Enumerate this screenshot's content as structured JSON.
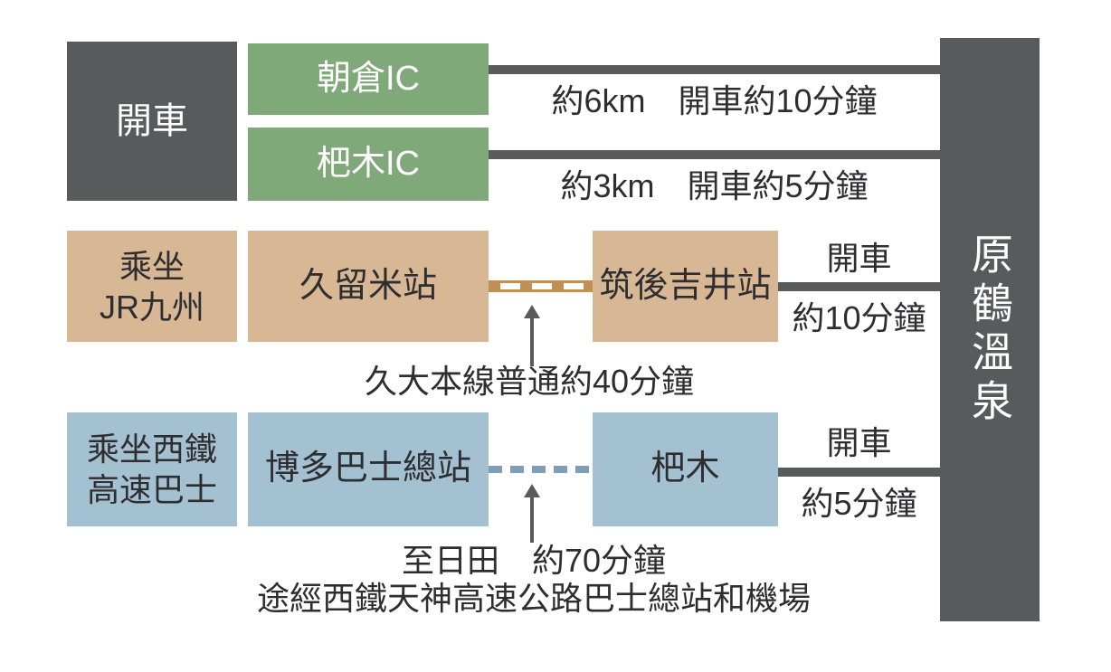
{
  "destination": {
    "label": "原鶴溫泉"
  },
  "car": {
    "mode": "開車",
    "ic1": "朝倉IC",
    "ic1_note": "約6km　開車約10分鐘",
    "ic2": "杷木IC",
    "ic2_note": "約3km　開車約5分鐘"
  },
  "jr": {
    "mode_line1": "乘坐",
    "mode_line2": "JR九州",
    "from": "久留米站",
    "to": "筑後吉井站",
    "rail_note": "久大本線普通約40分鐘",
    "drive_label": "開車",
    "drive_time": "約10分鐘"
  },
  "bus": {
    "mode_line1": "乘坐西鐵",
    "mode_line2": "高速巴士",
    "from": "博多巴士總站",
    "to": "杷木",
    "note_line1": "至日田　約70分鐘",
    "note_line2": "途經西鐵天神高速公路巴士總站和機場",
    "drive_label": "開車",
    "drive_time": "約5分鐘"
  },
  "colors": {
    "dark_gray": "#595a5c",
    "green": "#80a979",
    "tan": "#d8b794",
    "rail_brown": "#bf8f58",
    "blue": "#a4c1d2",
    "dash_blue": "#7e9db7",
    "text": "#2e2e30"
  }
}
